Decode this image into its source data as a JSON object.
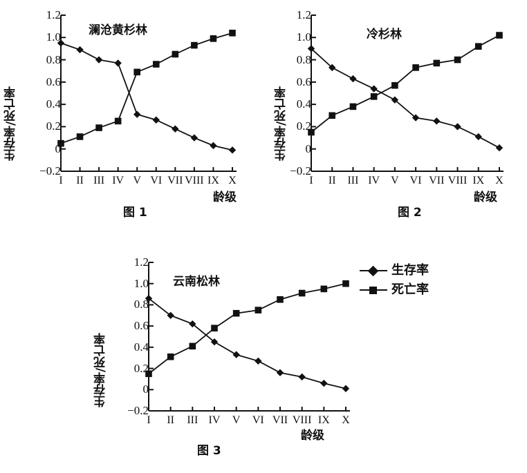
{
  "figure": {
    "axis_label_y": "生存率/死亡率",
    "axis_label_x": "龄级",
    "y_ticks": [
      "1.2",
      "1.0",
      "0.8",
      "0.6",
      "0.4",
      "0.2",
      "0",
      "-0.2"
    ],
    "x_ticks": [
      "I",
      "II",
      "III",
      "IV",
      "V",
      "VI",
      "VII",
      "VIII",
      "IX",
      "X"
    ],
    "line_color": "#111111"
  },
  "legend": {
    "items": [
      {
        "label": "生存率",
        "marker": "diamond-marker"
      },
      {
        "label": "死亡率",
        "marker": "square-marker"
      }
    ]
  },
  "captions": {
    "fig1": "图 1",
    "fig2": "图 2",
    "fig3": "图 3"
  },
  "chart_data": [
    {
      "type": "line",
      "title": "澜沧黄杉林",
      "xlabel": "龄级",
      "ylabel": "生存率/死亡率",
      "categories": [
        "I",
        "II",
        "III",
        "IV",
        "V",
        "VI",
        "VII",
        "VIII",
        "IX",
        "X"
      ],
      "ylim": [
        -0.2,
        1.2
      ],
      "yticks": [
        -0.2,
        0,
        0.2,
        0.4,
        0.6,
        0.8,
        1.0,
        1.2
      ],
      "grid": false,
      "legend_position": "outside-right",
      "series": [
        {
          "name": "生存率",
          "marker": "diamond",
          "values": [
            0.95,
            0.89,
            0.8,
            0.77,
            0.31,
            0.26,
            0.18,
            0.1,
            0.03,
            -0.01
          ]
        },
        {
          "name": "死亡率",
          "marker": "square",
          "values": [
            0.05,
            0.11,
            0.19,
            0.25,
            0.69,
            0.76,
            0.85,
            0.93,
            0.99,
            1.04
          ]
        }
      ]
    },
    {
      "type": "line",
      "title": "冷杉林",
      "xlabel": "龄级",
      "ylabel": "生存率/死亡率",
      "categories": [
        "I",
        "II",
        "III",
        "IV",
        "V",
        "VI",
        "VII",
        "VIII",
        "IX",
        "X"
      ],
      "ylim": [
        -0.2,
        1.2
      ],
      "yticks": [
        -0.2,
        0,
        0.2,
        0.4,
        0.6,
        0.8,
        1.0,
        1.2
      ],
      "grid": false,
      "legend_position": "outside-right",
      "series": [
        {
          "name": "生存率",
          "marker": "diamond",
          "values": [
            0.9,
            0.73,
            0.63,
            0.54,
            0.44,
            0.28,
            0.25,
            0.2,
            0.11,
            0.01
          ]
        },
        {
          "name": "死亡率",
          "marker": "square",
          "values": [
            0.15,
            0.3,
            0.38,
            0.47,
            0.57,
            0.73,
            0.77,
            0.8,
            0.92,
            1.02
          ]
        }
      ]
    },
    {
      "type": "line",
      "title": "云南松林",
      "xlabel": "龄级",
      "ylabel": "生存率/死亡率",
      "categories": [
        "I",
        "II",
        "III",
        "IV",
        "V",
        "VI",
        "VII",
        "VIII",
        "IX",
        "X"
      ],
      "ylim": [
        -0.2,
        1.2
      ],
      "yticks": [
        -0.2,
        0,
        0.2,
        0.4,
        0.6,
        0.8,
        1.0,
        1.2
      ],
      "grid": false,
      "legend_position": "outside-right",
      "series": [
        {
          "name": "生存率",
          "marker": "diamond",
          "values": [
            0.86,
            0.7,
            0.62,
            0.45,
            0.33,
            0.27,
            0.16,
            0.12,
            0.06,
            0.01
          ]
        },
        {
          "name": "死亡率",
          "marker": "square",
          "values": [
            0.15,
            0.31,
            0.41,
            0.58,
            0.72,
            0.75,
            0.85,
            0.91,
            0.95,
            1.0
          ]
        }
      ]
    }
  ]
}
